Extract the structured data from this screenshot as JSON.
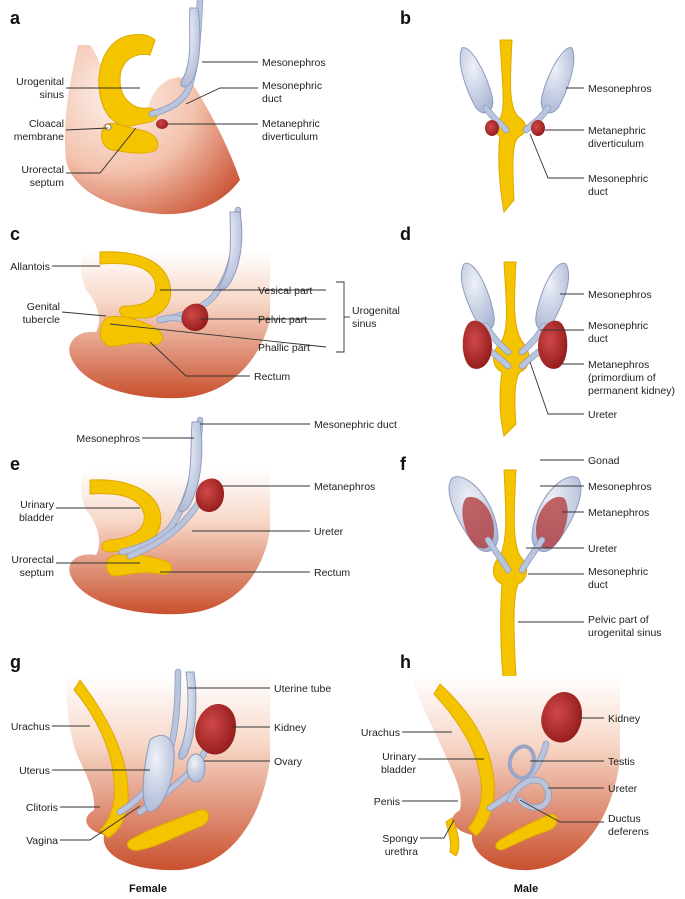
{
  "panels": {
    "a": {
      "letter": "a",
      "labels": {
        "urogenital_sinus": [
          "Urogenital",
          "sinus"
        ],
        "cloacal_membrane": [
          "Cloacal",
          "membrane"
        ],
        "urorectal_septum": [
          "Urorectal",
          "septum"
        ],
        "mesonephros": [
          "Mesonephros"
        ],
        "mesonephric_duct": [
          "Mesonephric",
          "duct"
        ],
        "metanephric_diverticulum": [
          "Metanephric",
          "diverticulum"
        ]
      }
    },
    "b": {
      "letter": "b",
      "labels": {
        "mesonephros": [
          "Mesonephros"
        ],
        "metanephric_diverticulum": [
          "Metanephric",
          "diverticulum"
        ],
        "mesonephric_duct": [
          "Mesonephric",
          "duct"
        ]
      }
    },
    "c": {
      "letter": "c",
      "labels": {
        "allantois": [
          "Allantois"
        ],
        "genital_tubercle": [
          "Genital",
          "tubercle"
        ],
        "vesical_part": [
          "Vesical part"
        ],
        "pelvic_part": [
          "Pelvic part"
        ],
        "phallic_part": [
          "Phallic part"
        ],
        "rectum": [
          "Rectum"
        ],
        "urogenital_sinus": [
          "Urogenital",
          "sinus"
        ]
      }
    },
    "d": {
      "letter": "d",
      "labels": {
        "mesonephros": [
          "Mesonephros"
        ],
        "mesonephric_duct": [
          "Mesonephric",
          "duct"
        ],
        "metanephros": [
          "Metanephros",
          "(primordium of",
          "permanent kidney)"
        ],
        "ureter": [
          "Ureter"
        ]
      }
    },
    "e": {
      "letter": "e",
      "labels": {
        "mesonephros": [
          "Mesonephros"
        ],
        "mesonephric_duct": [
          "Mesonephric duct"
        ],
        "metanephros": [
          "Metanephros"
        ],
        "urinary_bladder": [
          "Urinary",
          "bladder"
        ],
        "ureter": [
          "Ureter"
        ],
        "urorectal_septum": [
          "Urorectal",
          "septum"
        ],
        "rectum": [
          "Rectum"
        ]
      }
    },
    "f": {
      "letter": "f",
      "labels": {
        "gonad": [
          "Gonad"
        ],
        "mesonephros": [
          "Mesonephros"
        ],
        "metanephros": [
          "Metanephros"
        ],
        "ureter": [
          "Ureter"
        ],
        "mesonephric_duct": [
          "Mesonephric",
          "duct"
        ],
        "pelvic_part": [
          "Pelvic part of",
          "urogenital sinus"
        ]
      }
    },
    "g": {
      "letter": "g",
      "labels": {
        "uterine_tube": [
          "Uterine tube"
        ],
        "urachus": [
          "Urachus"
        ],
        "kidney": [
          "Kidney"
        ],
        "uterus": [
          "Uterus"
        ],
        "ovary": [
          "Ovary"
        ],
        "clitoris": [
          "Clitoris"
        ],
        "vagina": [
          "Vagina"
        ]
      },
      "caption": "Female"
    },
    "h": {
      "letter": "h",
      "labels": {
        "urachus": [
          "Urachus"
        ],
        "kidney": [
          "Kidney"
        ],
        "urinary_bladder": [
          "Urinary",
          "bladder"
        ],
        "testis": [
          "Testis"
        ],
        "ureter": [
          "Ureter"
        ],
        "penis": [
          "Penis"
        ],
        "ductus_deferens": [
          "Ductus",
          "deferens"
        ],
        "spongy_urethra": [
          "Spongy",
          "urethra"
        ]
      },
      "caption": "Male"
    }
  },
  "colors": {
    "tissue_light": "#fbe3d6",
    "tissue_dark": "#c9502e",
    "yellow_structure": "#f4c400",
    "mesonephric_blue": "#b9c4dd",
    "kidney_red": "#a51f1f"
  }
}
